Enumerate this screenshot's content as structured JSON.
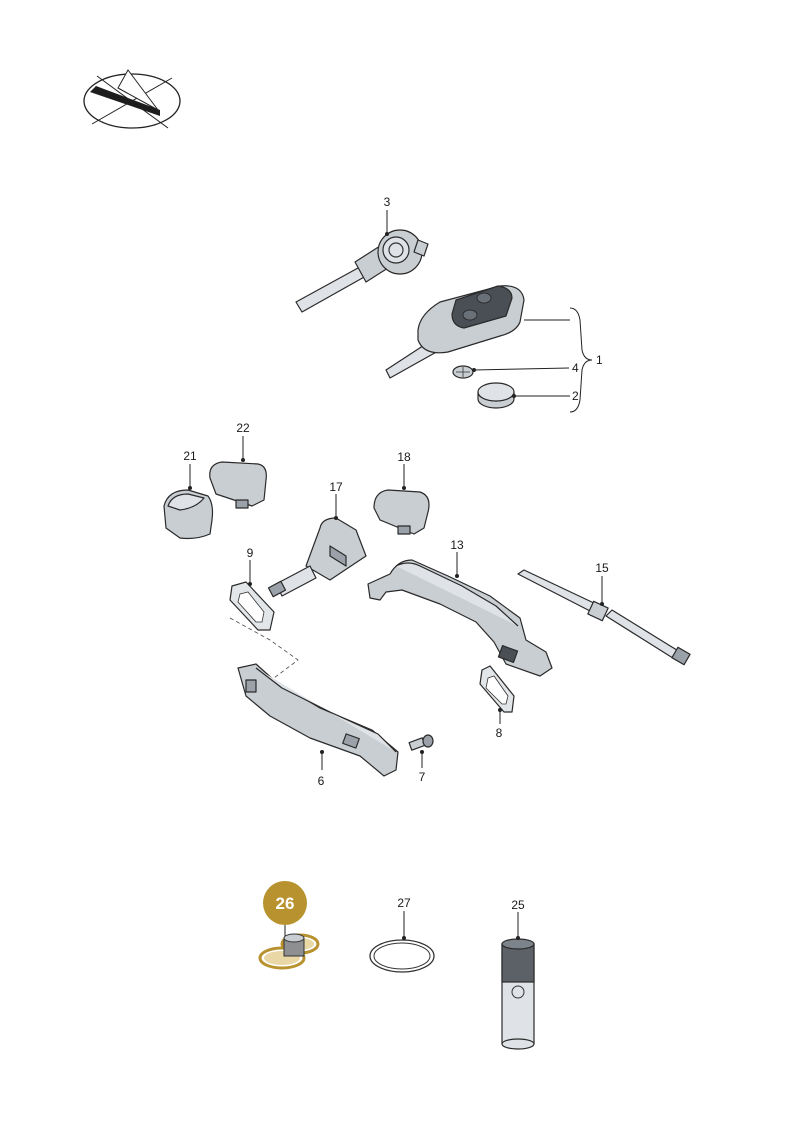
{
  "colors": {
    "highlight_badge": "#b8922e",
    "highlight_ring": "#d4a942",
    "part_fill": "#c9ced3",
    "line": "#222222"
  },
  "icons": {
    "orientation": "vehicle-orientation-icon"
  },
  "labels": {
    "p1": "1",
    "p2": "2",
    "p3": "3",
    "p4": "4",
    "p6": "6",
    "p7": "7",
    "p8": "8",
    "p9": "9",
    "p13": "13",
    "p15": "15",
    "p17": "17",
    "p18": "18",
    "p21": "21",
    "p22": "22",
    "p25": "25",
    "p26": "26",
    "p27": "27"
  }
}
